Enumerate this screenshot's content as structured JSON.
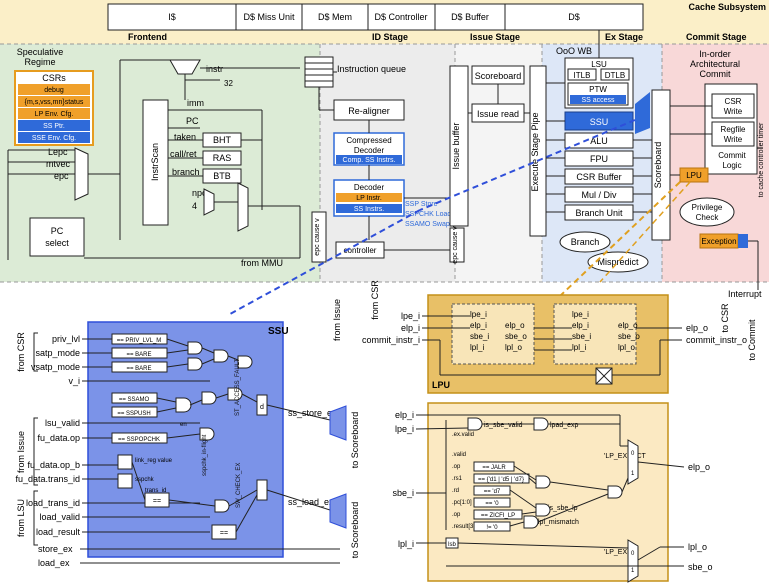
{
  "cache": {
    "title": "Cache Subsystem",
    "icache": "I$",
    "miss_unit": "D$ Miss Unit",
    "dmem": "D$ Mem",
    "dctrl": "D$ Controller",
    "dbuf": "D$ Buffer",
    "dcache": "D$"
  },
  "stages": {
    "frontend": "Frontend",
    "id": "ID Stage",
    "issue": "Issue Stage",
    "ooo": "OoO WB",
    "ex": "Ex Stage",
    "commit": "Commit Stage"
  },
  "frontend": {
    "spec_regime": [
      "Speculative",
      "Regime"
    ],
    "csrs": "CSRs",
    "csr_items": [
      "debug",
      "{m,s,vss,mn}status",
      "LP Env. Cfg.",
      "SS Ptr.",
      "SSE Env. Cfg."
    ],
    "lepc": "Lepc",
    "mtvec": "mtvec",
    "epc": "epc",
    "instr_scan": "InstrScan",
    "instr": "instr",
    "width": "32",
    "imm": "imm",
    "pc": "PC",
    "taken": "taken",
    "call_ret": "call/ret",
    "branch": "branch",
    "bht": "BHT",
    "ras": "RAS",
    "btb": "BTB",
    "npc": "npc",
    "four": "4",
    "pc_select": [
      "PC",
      "select"
    ],
    "from_mmu": "from MMU"
  },
  "id": {
    "iq": "Instruction queue",
    "realigner": "Re-aligner",
    "compressed": [
      "Compressed",
      "Decoder"
    ],
    "comp_ss": "Comp. SS Instrs.",
    "decoder": "Decoder",
    "lp_instr": "LP Instr.",
    "ss_instrs": "SS Instrs.",
    "ssp_list": [
      "SSP Store",
      "SSPCHK Load",
      "SSAMO Swap"
    ],
    "epc_cause_v": "epc cause v",
    "controller": "controller"
  },
  "issue": {
    "scoreboard": "Scoreboard",
    "issue_read": "Issue read",
    "issue_buffer": "Issue buffer"
  },
  "ex": {
    "pipe": "Execute Stage Pipe",
    "lsu": "LSU",
    "itlb": "ITLB",
    "dtlb": "DTLB",
    "ptw": "PTW",
    "ss_access": "SS access",
    "ssu": "SSU",
    "alu": "ALU",
    "fpu": "FPU",
    "csr_buffer": "CSR Buffer",
    "muldiv": "Mul / Div",
    "branch_unit": "Branch Unit",
    "branch": "Branch",
    "mispredict": "Mispredict"
  },
  "commit": {
    "inorder": [
      "In-order",
      "Architectural",
      "Commit"
    ],
    "csr_write": [
      "CSR",
      "Write"
    ],
    "regfile_write": [
      "Regfile",
      "Write"
    ],
    "commit_logic": [
      "Commit",
      "Logic"
    ],
    "scoreboard": "Scoreboard",
    "lpu": "LPU",
    "priv_check": [
      "Privilege",
      "Check"
    ],
    "exception": "Exception",
    "to_cache_ctrl": "to cache controller timer",
    "interrupt": "Interrupt"
  },
  "ssu_detail": {
    "title": "SSU",
    "from_csr": "from CSR",
    "from_issue": "from Issue",
    "from_lsu": "from LSU",
    "inputs": [
      "priv_lvl",
      "satp_mode",
      "vsatp_mode",
      "v_i",
      "lsu_valid",
      "fu_data.op",
      "fu_data.op_b",
      "fu_data.trans_id",
      "load_trans_id",
      "load_valid",
      "load_result",
      "store_ex",
      "load_ex"
    ],
    "cmp": [
      "== PRIV_LVL_M",
      "== BARE",
      "== BARE",
      "== SSAMO",
      "== SSPUSH",
      "== SSPOPCHK",
      "=="
    ],
    "link_reg": "link_reg value",
    "sspchk": "sspchk",
    "trans_id": "trans_id",
    "en": "en",
    "vert": [
      "ST_ACCESS_FAULT",
      "sspchk_in-flight",
      "SW_CHECK_EX"
    ],
    "d": "d",
    "ss_store_ex": "ss_store_ex",
    "ss_load_ex": "ss_load_ex",
    "to_sb": "to Scoreboard"
  },
  "lpu_detail": {
    "title": "LPU",
    "from_csr": "from CSR",
    "from_issue": "from Issue",
    "in": [
      "lpe_i",
      "elp_i",
      "commit_instr_i"
    ],
    "mid_in": [
      "lpe_i",
      "elp_i",
      "sbe_i",
      "lpl_i"
    ],
    "mid_out": [
      "elp_o",
      "sbe_o",
      "lpl_o"
    ],
    "right_in": [
      "lpe_i",
      "elp_i",
      "sbe_i",
      "lpl_i"
    ],
    "right_out": [
      "elp_o",
      "sbe_o",
      "lpl_o"
    ],
    "outs": [
      "elp_o",
      "commit_instr_o"
    ],
    "to_csr": "to CSR",
    "to_commit": "to Commit"
  },
  "detail2": {
    "inputs": [
      "elp_i",
      "lpe_i",
      "sbe_i",
      "lpl_i"
    ],
    "outputs": [
      "elp_o",
      "lpl_o",
      "sbe_o"
    ],
    "fields": [
      ".ex.valid",
      ".valid",
      ".op",
      ".rs1",
      ".rd",
      ".pc[1:0]",
      ".op",
      ".result[31:12]"
    ],
    "cmp": [
      "== JALR",
      "== {'d1 | 'd5 | 'd7}",
      "== 'd7",
      "== '0",
      "== ZICFI_LP",
      "!= '0"
    ],
    "labels": [
      "is_sbe_valid",
      "lpad_exp",
      "is_sbe_lp",
      "lpl_mismatch",
      "'LP_EXPECT",
      "'LP_EX"
    ],
    "mux": [
      "0",
      "1",
      "0",
      "1"
    ],
    "lsb": "lsb"
  }
}
